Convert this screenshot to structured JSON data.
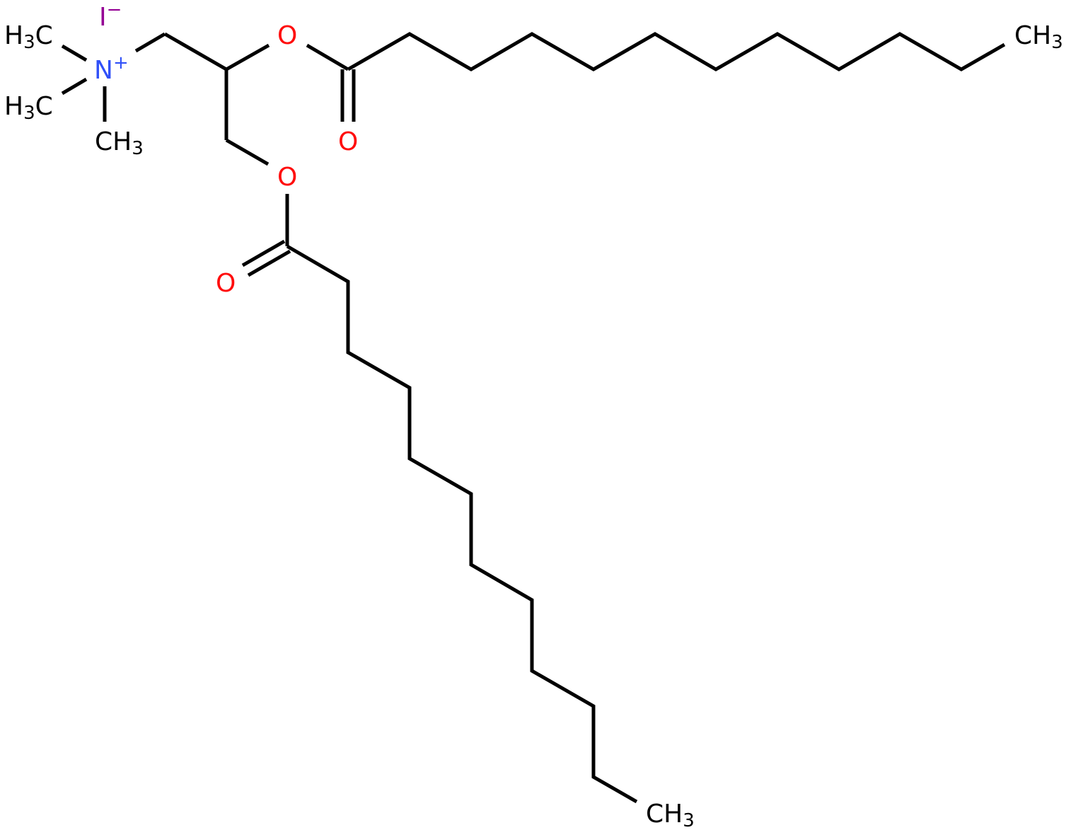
{
  "colors": {
    "bond": "#000000",
    "carbon": "#000000",
    "oxygen": "#ff0d0d",
    "nitrogen": "#3050f8",
    "iodine": "#940094"
  },
  "labels": {
    "iodide": {
      "symbol": "I",
      "charge": "−"
    },
    "nitrogen": {
      "symbol": "N",
      "charge": "+"
    },
    "methyl_left_top": {
      "main": "H",
      "sub": "3",
      "tail": "C"
    },
    "methyl_left_bottom": {
      "main": "H",
      "sub": "3",
      "tail": "C"
    },
    "methyl_bottom": {
      "main": "CH",
      "sub": "3"
    },
    "ester_o_top": "O",
    "carbonyl_o_top": "O",
    "ester_o_lower": "O",
    "carbonyl_o_lower": "O",
    "methyl_top_chain_end": {
      "main": "CH",
      "sub": "3"
    },
    "methyl_lower_chain_end": {
      "main": "CH",
      "sub": "3"
    }
  }
}
